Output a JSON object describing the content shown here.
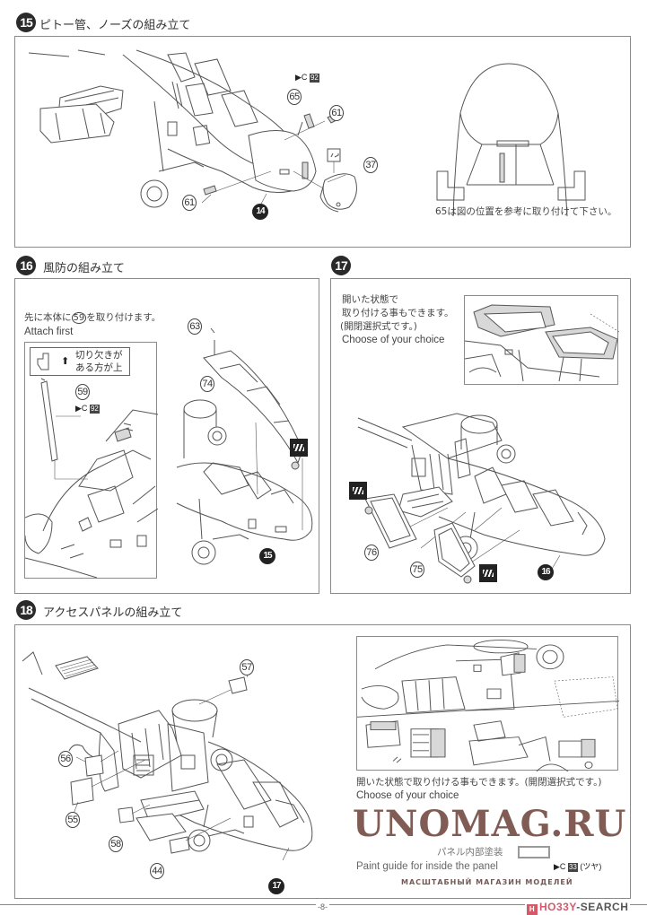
{
  "page": {
    "number": "-8-"
  },
  "colors": {
    "ink": "#333333",
    "frame": "#8a8a8a",
    "watermark": "#6e463c",
    "hobby_search_accent": "#d45a6a",
    "hobby_search_text": "#555555"
  },
  "steps": [
    {
      "number": "15",
      "title": "ピトー管、ノーズの組み立て",
      "parts": [
        "65",
        "61",
        "61",
        "37"
      ],
      "previous_step_ref": "14",
      "paint_ref": {
        "prefix": "C",
        "code": "92"
      },
      "note": "65は図の位置を参考に取り付けて下さい。",
      "note_part": "65"
    },
    {
      "number": "16",
      "title": "風防の組み立て",
      "note_ja_prefix": "先に本体に",
      "note_part": "59",
      "note_ja_suffix": "を取り付けます。",
      "note_en": "Attach first",
      "hint_line1": "切り欠きが",
      "hint_line2": "ある方が上",
      "parts": [
        "59",
        "63",
        "74"
      ],
      "paint_ref": {
        "prefix": "C",
        "code": "92"
      },
      "previous_step_ref": "15"
    },
    {
      "number": "17",
      "title": "",
      "note_ja_line1": "開いた状態で",
      "note_ja_line2": "取り付ける事もできます。",
      "note_ja_line3": "(開閉選択式です。)",
      "note_en": "Choose of your choice",
      "parts": [
        "76",
        "75"
      ],
      "previous_step_ref": "16"
    },
    {
      "number": "18",
      "title": "アクセスパネルの組み立て",
      "parts": [
        "57",
        "56",
        "55",
        "58",
        "44"
      ],
      "previous_step_ref": "17",
      "note_ja": "開いた状態で取り付ける事もできます。(開閉選択式です。)",
      "note_en": "Choose of your choice",
      "paint_guide_ja": "パネル内部塗装",
      "paint_guide_en": "Paint guide for inside the panel",
      "paint_ref": {
        "prefix": "C",
        "code": "33",
        "suffix": "(ツヤ)"
      }
    }
  ],
  "watermark": {
    "main": "UNOMAG.RU",
    "sub": "МАСШТАБНЫЙ МАГАЗИН МОДЕЛЕЙ"
  },
  "hobby_search": {
    "icon": "H",
    "brand_red": "HO33Y",
    "brand_grey": "-SEARCH"
  }
}
